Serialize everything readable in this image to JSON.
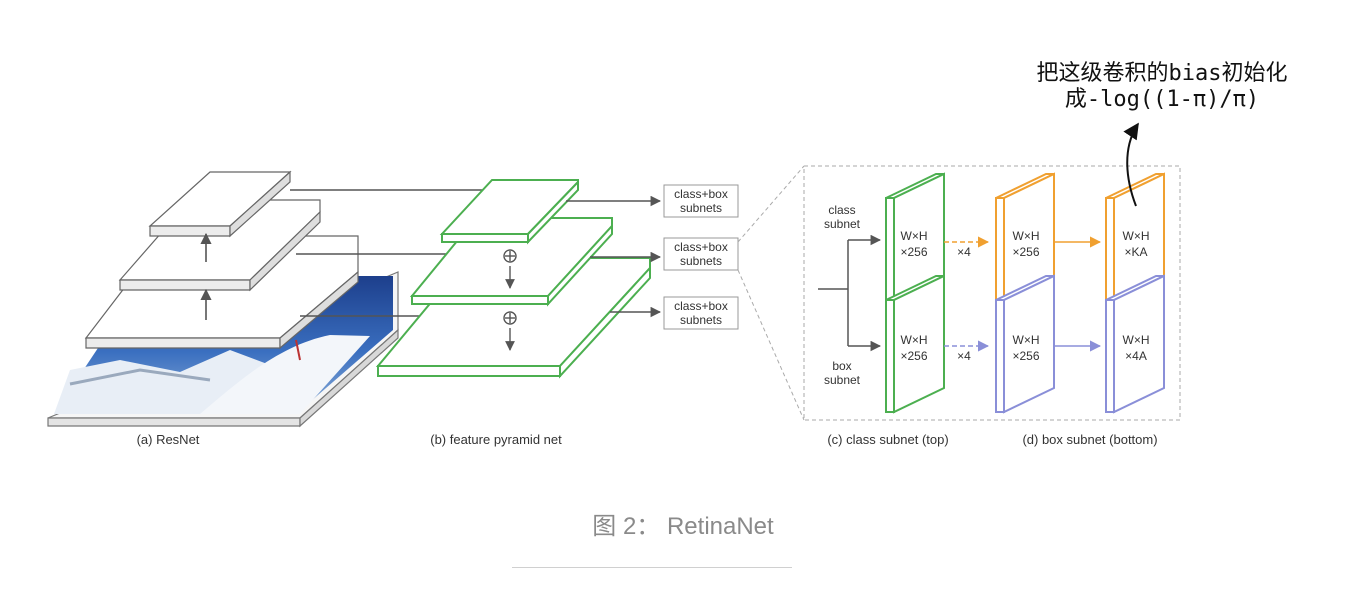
{
  "annotation": {
    "line1": "把这级卷积的bias初始化",
    "line2": "成-log((1-π)/π)"
  },
  "subnet_box_label": [
    "class+box",
    "subnets"
  ],
  "panels": {
    "resnet": "(a) ResNet",
    "fpn": "(b) feature pyramid net",
    "class_subnet": "(c) class subnet (top)",
    "box_subnet": "(d) box subnet (bottom)"
  },
  "subnet_labels": {
    "class": [
      "class",
      "subnet"
    ],
    "box": [
      "box",
      "subnet"
    ]
  },
  "cubes": {
    "wh": "W×H",
    "c256": "×256",
    "ka": "×KA",
    "a4": "×4A",
    "times4": "×4"
  },
  "colors": {
    "green": "#4caf50",
    "orange": "#f0a030",
    "purple": "#8a8fd8",
    "gray": "#555555"
  },
  "caption": "图 2： RetinaNet"
}
